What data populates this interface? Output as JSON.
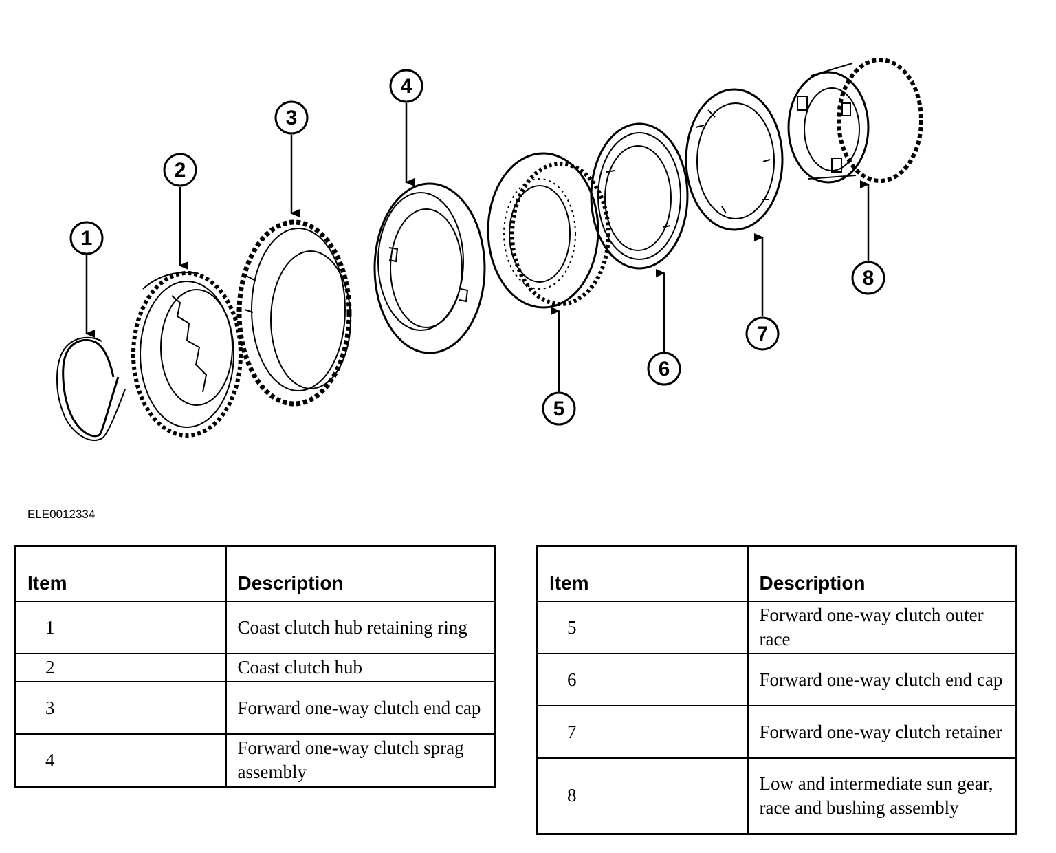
{
  "callouts": [
    "1",
    "2",
    "3",
    "4",
    "5",
    "6",
    "7",
    "8"
  ],
  "figure_id": "ELE0012334",
  "tables": [
    {
      "header": {
        "item": "Item",
        "description": "Description"
      },
      "rows": [
        {
          "item": "1",
          "description": "Coast clutch hub retaining ring"
        },
        {
          "item": "2",
          "description": "Coast clutch hub"
        },
        {
          "item": "3",
          "description": "Forward one-way clutch end cap"
        },
        {
          "item": "4",
          "description": "Forward one-way clutch sprag assembly"
        }
      ]
    },
    {
      "header": {
        "item": "Item",
        "description": "Description"
      },
      "rows": [
        {
          "item": "5",
          "description": "Forward one-way clutch outer race"
        },
        {
          "item": "6",
          "description": "Forward one-way clutch end cap"
        },
        {
          "item": "7",
          "description": "Forward one-way clutch retainer"
        },
        {
          "item": "8",
          "description": "Low and intermediate sun gear, race and bushing assembly"
        }
      ]
    }
  ]
}
